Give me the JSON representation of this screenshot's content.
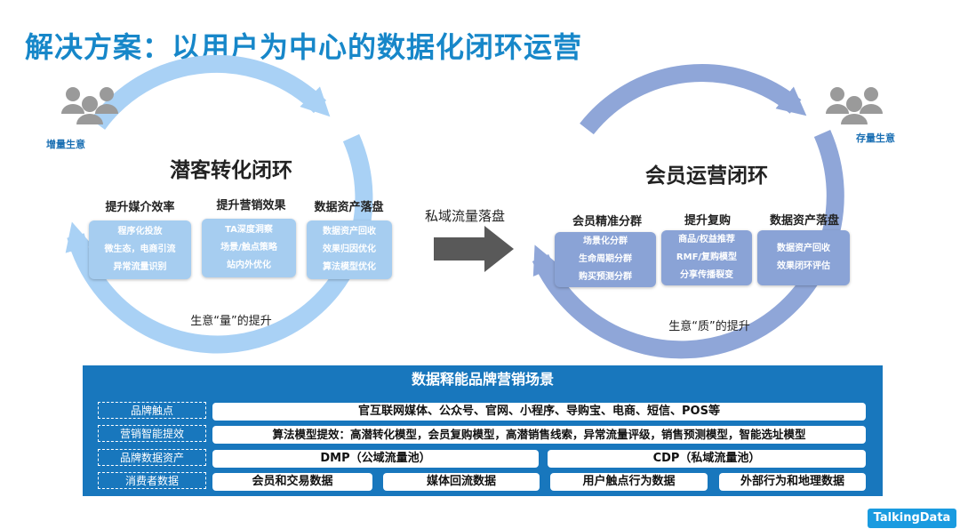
{
  "title": "解决方案：以用户为中心的数据化闭环运营",
  "left_loop": {
    "people_label": "增量生意",
    "title": "潜客转化闭环",
    "columns": [
      {
        "head": "提升媒介效率",
        "items": [
          "程序化投放",
          "微生态，电商引流",
          "异常流量识别"
        ]
      },
      {
        "head": "提升营销效果",
        "items": [
          "TA深度洞察",
          "场景/触点策略",
          "站内外优化"
        ]
      },
      {
        "head": "数据资产落盘",
        "items": [
          "数据资产回收",
          "效果归因优化",
          "算法模型优化"
        ]
      }
    ],
    "caption": "生意“量”的提升"
  },
  "middle_arrow": {
    "label": "私域流量落盘"
  },
  "right_loop": {
    "people_label": "存量生意",
    "title": "会员运营闭环",
    "columns": [
      {
        "head": "会员精准分群",
        "items": [
          "场景化分群",
          "生命周期分群",
          "购买预测分群"
        ]
      },
      {
        "head": "提升复购",
        "items": [
          "商品/权益推荐",
          "RMF/复购模型",
          "分享传播裂变"
        ]
      },
      {
        "head": "数据资产落盘",
        "items": [
          "数据资产回收",
          "效果闭环评估"
        ]
      }
    ],
    "caption": "生意“质”的提升"
  },
  "panel": {
    "title": "数据释能品牌营销场景",
    "rows": [
      {
        "label": "品牌触点",
        "cells": [
          "官互联网媒体、公众号、官网、小程序、导购宝、电商、短信、POS等"
        ]
      },
      {
        "label": "营销智能提效",
        "cells": [
          "算法模型提效：高潜转化模型，会员复购模型，高潜销售线索，异常流量评级，销售预测模型，智能选址模型"
        ]
      },
      {
        "label": "品牌数据资产",
        "cells": [
          "DMP（公域流量池）",
          "CDP（私域流量池）"
        ]
      },
      {
        "label": "消费者数据",
        "cells": [
          "会员和交易数据",
          "媒体回流数据",
          "用户触点行为数据",
          "外部行为和地理数据"
        ]
      }
    ]
  },
  "logo": "TalkingData",
  "colors": {
    "title": "#1787c9",
    "left_loop": "#a9d1f5",
    "right_loop": "#8fa6d8",
    "panel": "#1877bd",
    "arrow": "#595959"
  }
}
